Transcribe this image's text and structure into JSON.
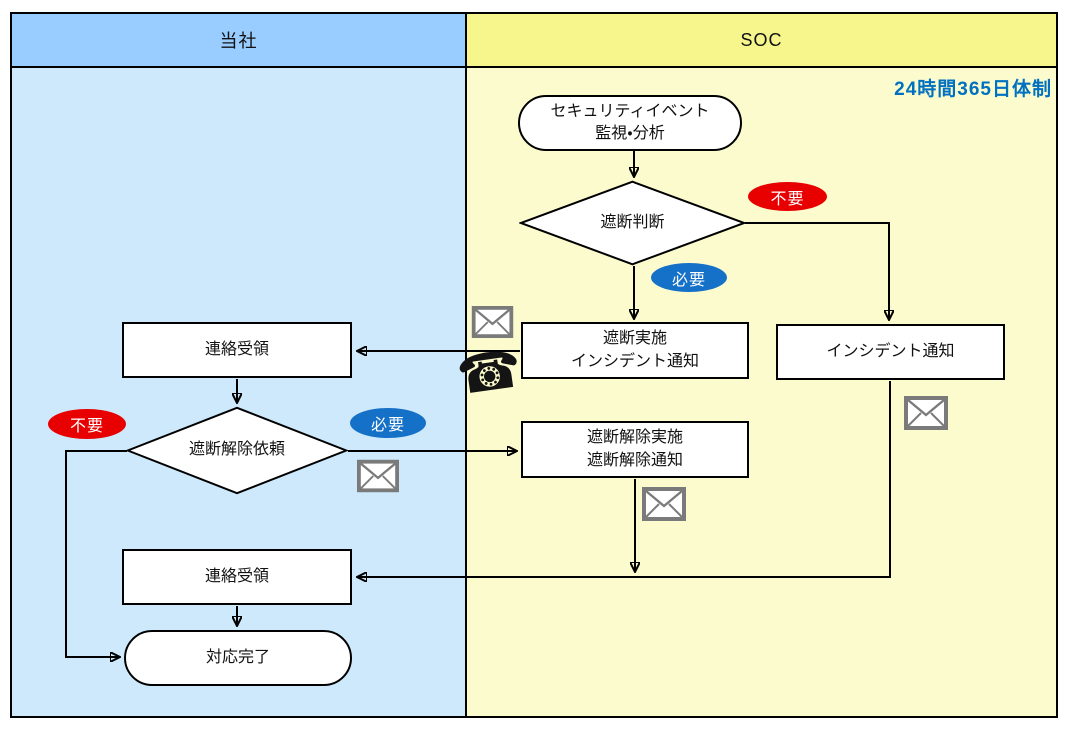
{
  "colors": {
    "lane_company_header": "#99CCFF",
    "lane_company_body": "#CDE9FB",
    "lane_soc_header": "#F6F68C",
    "lane_soc_body": "#FBFBCD",
    "badge_red": "#E80000",
    "badge_blue": "#1570C8",
    "note_blue": "#0070C0",
    "node_fill": "#FFFFFF",
    "line_black": "#000000",
    "icon_gray": "#7A7A7A"
  },
  "lanes": [
    {
      "label": "当社"
    },
    {
      "label": "SOC"
    }
  ],
  "note": {
    "soc_availability": "24時間365日体制"
  },
  "nodes": {
    "monitor": {
      "type": "terminator",
      "label": "セキュリティイベント\n監視・分析"
    },
    "block_decision": {
      "type": "decision",
      "label": "遮断判断"
    },
    "block_exec": {
      "type": "process",
      "label": "遮断実施\nインシデント通知"
    },
    "incident_notice": {
      "type": "process",
      "label": "インシデント通知"
    },
    "receive_1": {
      "type": "process",
      "label": "連絡受領"
    },
    "unblock_request": {
      "type": "decision",
      "label": "遮断解除依頼"
    },
    "unblock_exec": {
      "type": "process",
      "label": "遮断解除実施\n遮断解除通知"
    },
    "receive_2": {
      "type": "process",
      "label": "連絡受領"
    },
    "complete": {
      "type": "terminator",
      "label": "対応完了"
    }
  },
  "branch_labels": {
    "not_required": "不要",
    "required": "必要"
  },
  "icons": {
    "phone_glyph": "☎"
  }
}
